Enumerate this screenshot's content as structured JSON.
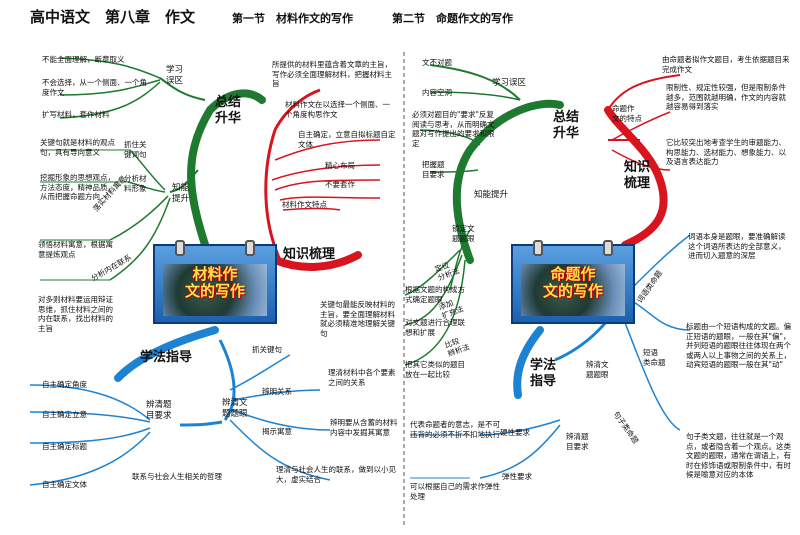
{
  "header": {
    "main_title": "高中语文　第八章　作文",
    "section1": "第一节　材料作文的写作",
    "section2": "第二节　命题作文的写作"
  },
  "left": {
    "card_title_line1": "材料作",
    "card_title_line2": "文的写作",
    "branch_summary": "总结\n升华",
    "branch_knowledge": "知识梳理",
    "branch_method": "学法指导",
    "sub_misunderstanding": "学习\n误区",
    "sub_ability": "知能\n提升",
    "sub_discern": "辨清文\n题题眼",
    "sub_requirements": "辨清题\n目要求",
    "mis_items": [
      "不能全面理解，断章取义",
      "不会选择，从一个侧面、一个角度作文",
      "扩写材料，套作材料"
    ],
    "ability_items": [
      "关键句就是材料的观点句，具有导向意义",
      "抓住关\n键词句",
      "挖掘形象的思想观点，方法态度，精神品质，从而把握命题方向",
      "分析材\n料形象"
    ],
    "vertical_1": "落实材料寓意",
    "ability_item_5": "领悟材料寓意，根据寓意提炼观点",
    "vertical_2": "分析内在联系",
    "ability_item_6": "对多则材料要运用辩证思维，抓住材料之间的内在联系，找出材料的主旨",
    "knowledge_items": [
      "所提供的材料里蕴含着文章的主旨，写作必须全面理解材料，把握材料主旨",
      "材料作文在以选择一个侧面、一个角度构思作文",
      "自主确定，立意自拟标题自定文体",
      "精心布局",
      "不要套作",
      "材料作文特点"
    ],
    "discern_items": [
      "关键句最能反映材料的主旨，要全面理解材料就必须精准地理解关键句",
      "抓关键句",
      "理清材料中各个要素之间的关系",
      "辨明关系",
      "辨明要从含蓄的材料内容中发掘其寓意",
      "揭示寓意",
      "理清与社会人生的联系，做到以小见大，虚实结合"
    ],
    "req_items": [
      "自主确定角度",
      "自主确定立意",
      "自主确定标题",
      "自主确定文体",
      "联系与社会人生相关的哲理"
    ]
  },
  "right": {
    "card_title_line1": "命题作",
    "card_title_line2": "文的写作",
    "branch_summary": "总结\n升华",
    "branch_knowledge": "知识\n梳理",
    "branch_method": "学法\n指导",
    "sub_misunderstanding": "学习误区",
    "sub_ability": "知能提升",
    "mis_items": [
      "文不对题",
      "内容空洞"
    ],
    "ability_items": [
      "必须对题目的\"要求\"反复阅读与思考，从而明确文题对写作提出的要求和限定",
      "把握题\n目要求",
      "锁定文\n题题眼"
    ],
    "vertical_items": [
      "定位\n分析法",
      "添加\n扩充法",
      "比较\n辨析法"
    ],
    "ability_item_4": "根据文题的构成方式确定题眼",
    "ability_item_5": "对文题进行合理联想和扩展",
    "ability_item_6": "把其它类似的题目放在一起比较",
    "knowledge_items": [
      "由命题者拟作文题目，考生依据题目来完成作文",
      "命题作\n文的特点",
      "限制性、规定性较强，但是限制条件越多，范围就越明确，作文的内容就越容易得到落实",
      "它比较突出地考查学生的审题能力、构思能力、选材能力、想象能力、以及语言表达能力"
    ],
    "discern_label": "辨清文\n题题眼",
    "word_type": "词语类命题",
    "word_type_text": "词语本身是题眼，要准确解读这个词语所表达的全部意义，进而切入题意的深层",
    "phrase_type": "短语\n类命题",
    "phrase_type_text": "标题由一个短语构成的文题。偏正短语的题眼，一般在其\"偏\"，并列短语的题眼往往体现在两个或两人以上事物之间的关系上，动宾短语的题眼一般在其\"动\"",
    "sentence_type": "句子类命题",
    "sentence_type_text": "句子类文题，往往就是一个观点，或者隐含着一个观点。这类文题的题眼，通常在谓语上，有时在修饰语或限制条件中，有时候是喻意对应的本体",
    "req_label": "辨清题\n目要求",
    "hard_req": "硬性要求",
    "hard_req_text": "代表命题者的意志，是不可违背的必须不折不扣地执行",
    "soft_req": "弹性要求",
    "soft_req_text": "可以根据自己的需求作弹性处理"
  },
  "colors": {
    "green": "#1e7a2e",
    "red": "#d8141e",
    "blue": "#1d82d2",
    "card_blue": "#2e74c4",
    "card_text": "#ffe14a"
  }
}
